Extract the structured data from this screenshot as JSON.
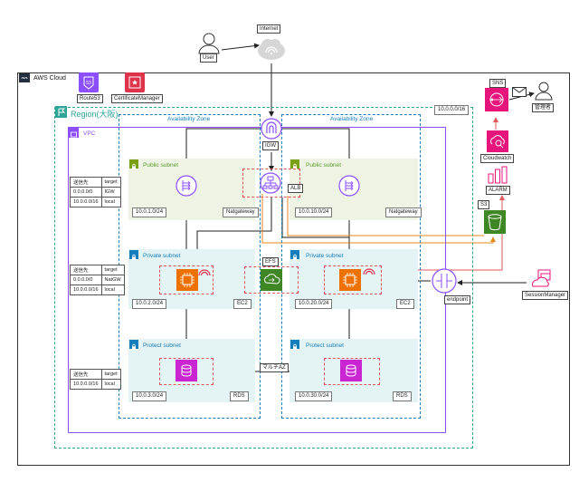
{
  "internet_label": "Internet",
  "user_label": "User",
  "cloud_label": "AWS Cloud",
  "route53_label": "Route53",
  "certmgr_label": "CertificateManager",
  "region_label": "Region(大阪)",
  "vpc_label": "VPC",
  "vpc_cidr": "10.0.0.0/16",
  "az_left_label": "Availability Zone",
  "az_right_label": "Availability Zone",
  "igw_label": "IGW",
  "alb_label": "ALB",
  "efs_label": "EFS",
  "multi_az_label": "マルチAZ",
  "endpoint_label": "endpoint",
  "s3_label": "S3",
  "sns_label": "SNS",
  "admin_label": "管理者",
  "cloudwatch_label": "Cloudwatch",
  "alarm_label": "ALARM",
  "session_manager_label": "SessionManager",
  "subnets": {
    "public_left": {
      "title": "Public subnet",
      "cidr": "10.0.1.0/24",
      "res": "Natgateway"
    },
    "public_right": {
      "title": "Public subnet",
      "cidr": "10.0.10.0/24",
      "res": "Natgateway"
    },
    "private_left": {
      "title": "Private subnet",
      "cidr": "10.0.2.0/24",
      "res": "EC2"
    },
    "private_right": {
      "title": "Private subnet",
      "cidr": "10.0.20.0/24",
      "res": "EC2"
    },
    "protect_left": {
      "title": "Protect subnet",
      "cidr": "10.0.3.0/24",
      "res": "RDS"
    },
    "protect_right": {
      "title": "Protect subnet",
      "cidr": "10.0.30.0/24",
      "res": "RDS"
    }
  },
  "route_tables": {
    "public": [
      [
        "送信先",
        "target"
      ],
      [
        "0.0.0.0/0",
        "IGW"
      ],
      [
        "10.0.0.0/16",
        "local"
      ]
    ],
    "private": [
      [
        "送信先",
        "target"
      ],
      [
        "0.0.0.0/0",
        "NatGW"
      ],
      [
        "10.0.0.0/16",
        "local"
      ]
    ],
    "protect": [
      [
        "送信先",
        "target"
      ],
      [
        "10.0.0.0/16",
        "local"
      ]
    ]
  },
  "colors": {
    "region": "#2ea597",
    "vpc": "#8c4fff",
    "az": "#147eba",
    "public_fill": "#eef3e4",
    "private_fill": "#e4f3f4",
    "protect_fill": "#e4f3f4",
    "subnet_text": "#5a9e2f",
    "private_text": "#147eba",
    "ec2": "#ed7100",
    "rds": "#c925d1",
    "net": "#8c4fff",
    "efs": "#3f8624",
    "s3": "#3f8624",
    "mgmt": "#e7157b",
    "shield": "#dd344c"
  },
  "icons": [
    "user-icon",
    "internet-cloud-icon",
    "aws-logo-icon",
    "route53-icon",
    "certificate-manager-icon",
    "region-flag-icon",
    "vpc-icon",
    "igw-icon",
    "alb-icon",
    "nat-gateway-icon",
    "ec2-icon",
    "efs-icon",
    "rds-icon",
    "endpoint-icon",
    "s3-icon",
    "sns-icon",
    "mail-icon",
    "admin-icon",
    "cloudwatch-icon",
    "alarm-icon",
    "session-manager-icon",
    "lock-icon",
    "waf-icon"
  ]
}
